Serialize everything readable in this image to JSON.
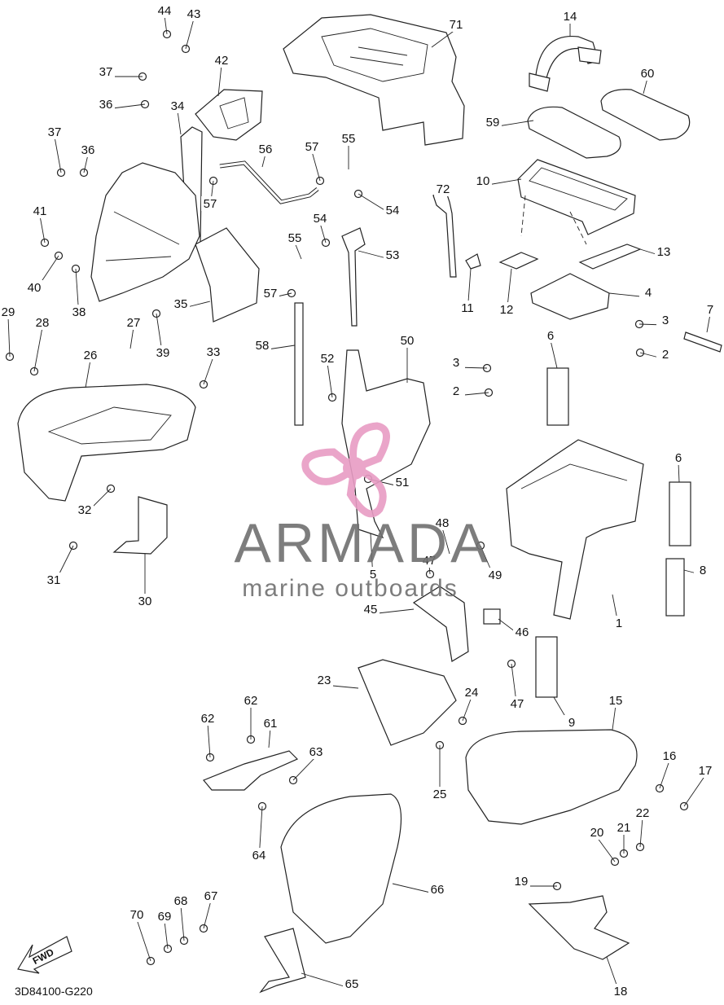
{
  "diagram_code": "3D84100-G220",
  "fwd_label": "FWD",
  "watermark": {
    "brand": "ARMADA",
    "tagline": "marine outboards",
    "accent_color": "#e89cc4",
    "text_color": "#707070"
  },
  "callouts": [
    {
      "id": "c44",
      "label": "44"
    },
    {
      "id": "c43",
      "label": "43"
    },
    {
      "id": "c71",
      "label": "71"
    },
    {
      "id": "c14",
      "label": "14"
    },
    {
      "id": "c37a",
      "label": "37"
    },
    {
      "id": "c42",
      "label": "42"
    },
    {
      "id": "c60",
      "label": "60"
    },
    {
      "id": "c36a",
      "label": "36"
    },
    {
      "id": "c34",
      "label": "34"
    },
    {
      "id": "c59",
      "label": "59"
    },
    {
      "id": "c37b",
      "label": "37"
    },
    {
      "id": "c36b",
      "label": "36"
    },
    {
      "id": "c56",
      "label": "56"
    },
    {
      "id": "c57a",
      "label": "57"
    },
    {
      "id": "c55a",
      "label": "55"
    },
    {
      "id": "c10",
      "label": "10"
    },
    {
      "id": "c72",
      "label": "72"
    },
    {
      "id": "c57b",
      "label": "57"
    },
    {
      "id": "c54a",
      "label": "54"
    },
    {
      "id": "c41",
      "label": "41"
    },
    {
      "id": "c54b",
      "label": "54"
    },
    {
      "id": "c55b",
      "label": "55"
    },
    {
      "id": "c53",
      "label": "53"
    },
    {
      "id": "c13",
      "label": "13"
    },
    {
      "id": "c40",
      "label": "40"
    },
    {
      "id": "c38",
      "label": "38"
    },
    {
      "id": "c57c",
      "label": "57"
    },
    {
      "id": "c35",
      "label": "35"
    },
    {
      "id": "c39",
      "label": "39"
    },
    {
      "id": "c11",
      "label": "11"
    },
    {
      "id": "c12",
      "label": "12"
    },
    {
      "id": "c4",
      "label": "4"
    },
    {
      "id": "c7",
      "label": "7"
    },
    {
      "id": "c29",
      "label": "29"
    },
    {
      "id": "c28",
      "label": "28"
    },
    {
      "id": "c27",
      "label": "27"
    },
    {
      "id": "c3a",
      "label": "3"
    },
    {
      "id": "c26",
      "label": "26"
    },
    {
      "id": "c33",
      "label": "33"
    },
    {
      "id": "c58",
      "label": "58"
    },
    {
      "id": "c50",
      "label": "50"
    },
    {
      "id": "c6a",
      "label": "6"
    },
    {
      "id": "c2a",
      "label": "2"
    },
    {
      "id": "c3b",
      "label": "3"
    },
    {
      "id": "c52",
      "label": "52"
    },
    {
      "id": "c2b",
      "label": "2"
    },
    {
      "id": "c6b",
      "label": "6"
    },
    {
      "id": "c32",
      "label": "32"
    },
    {
      "id": "c51",
      "label": "51"
    },
    {
      "id": "c48",
      "label": "48"
    },
    {
      "id": "c8",
      "label": "8"
    },
    {
      "id": "c31",
      "label": "31"
    },
    {
      "id": "c5",
      "label": "5"
    },
    {
      "id": "c47a",
      "label": "47"
    },
    {
      "id": "c49",
      "label": "49"
    },
    {
      "id": "c30",
      "label": "30"
    },
    {
      "id": "c45",
      "label": "45"
    },
    {
      "id": "c1",
      "label": "1"
    },
    {
      "id": "c46",
      "label": "46"
    },
    {
      "id": "c23",
      "label": "23"
    },
    {
      "id": "c47b",
      "label": "47"
    },
    {
      "id": "c24",
      "label": "24"
    },
    {
      "id": "c9",
      "label": "9"
    },
    {
      "id": "c62a",
      "label": "62"
    },
    {
      "id": "c62b",
      "label": "62"
    },
    {
      "id": "c15",
      "label": "15"
    },
    {
      "id": "c61",
      "label": "61"
    },
    {
      "id": "c63",
      "label": "63"
    },
    {
      "id": "c25",
      "label": "25"
    },
    {
      "id": "c16",
      "label": "16"
    },
    {
      "id": "c17",
      "label": "17"
    },
    {
      "id": "c22",
      "label": "22"
    },
    {
      "id": "c21",
      "label": "21"
    },
    {
      "id": "c20",
      "label": "20"
    },
    {
      "id": "c64",
      "label": "64"
    },
    {
      "id": "c66",
      "label": "66"
    },
    {
      "id": "c19",
      "label": "19"
    },
    {
      "id": "c68",
      "label": "68"
    },
    {
      "id": "c67",
      "label": "67"
    },
    {
      "id": "c70",
      "label": "70"
    },
    {
      "id": "c69",
      "label": "69"
    },
    {
      "id": "c65",
      "label": "65"
    },
    {
      "id": "c18",
      "label": "18"
    }
  ]
}
